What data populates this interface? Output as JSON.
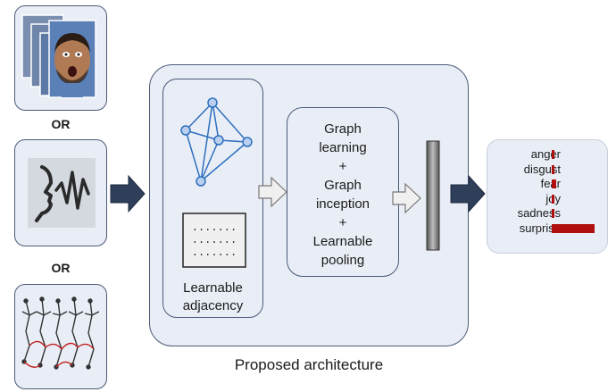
{
  "inputs": {
    "or_1": "OR",
    "or_2": "OR"
  },
  "architecture": {
    "adjacency_label_1": "Learnable",
    "adjacency_label_2": "adjacency",
    "graph_lines": [
      "Graph",
      "learning",
      "+",
      "Graph",
      "inception",
      "+",
      "Learnable",
      "pooling"
    ],
    "caption": "Proposed architecture"
  },
  "chart_data": {
    "type": "bar",
    "orientation": "horizontal",
    "categories": [
      "anger",
      "disgust",
      "fear",
      "joy",
      "sadness",
      "surprise"
    ],
    "values": [
      0.03,
      0.02,
      0.09,
      0.03,
      0.02,
      0.85
    ],
    "color": "#b10e0e"
  },
  "colors": {
    "panel_fill": "#e9eef6",
    "panel_border": "#4a5a78",
    "arrow_dark": "#2f3f5a",
    "arrow_light": "#f0f0f0",
    "bar": "#b10e0e"
  }
}
